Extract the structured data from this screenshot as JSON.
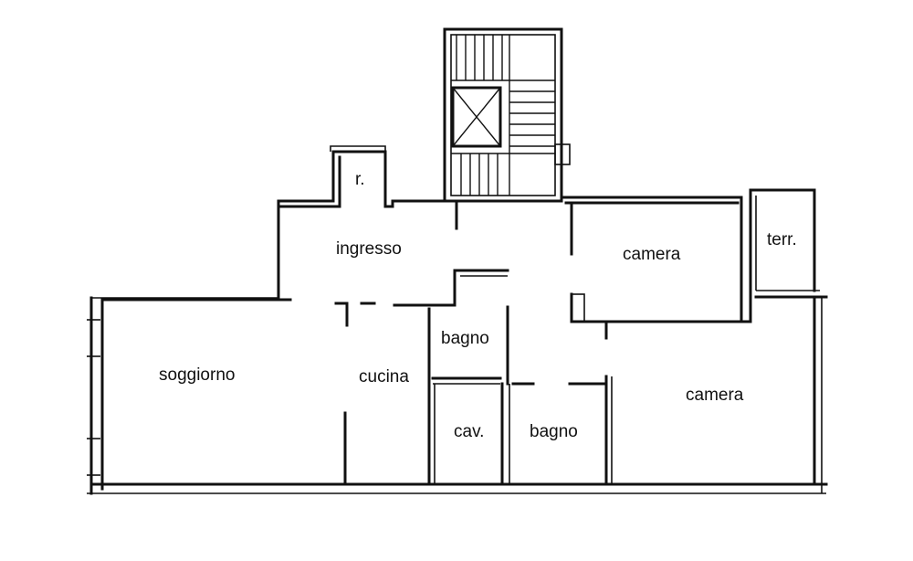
{
  "rooms": {
    "ripostiglio": "r.",
    "ingresso": "ingresso",
    "camera_1": "camera",
    "terrazzo": "terr.",
    "bagno_1": "bagno",
    "soggiorno": "soggiorno",
    "cucina": "cucina",
    "camera_2": "camera",
    "cavedio": "cav.",
    "bagno_2": "bagno"
  }
}
